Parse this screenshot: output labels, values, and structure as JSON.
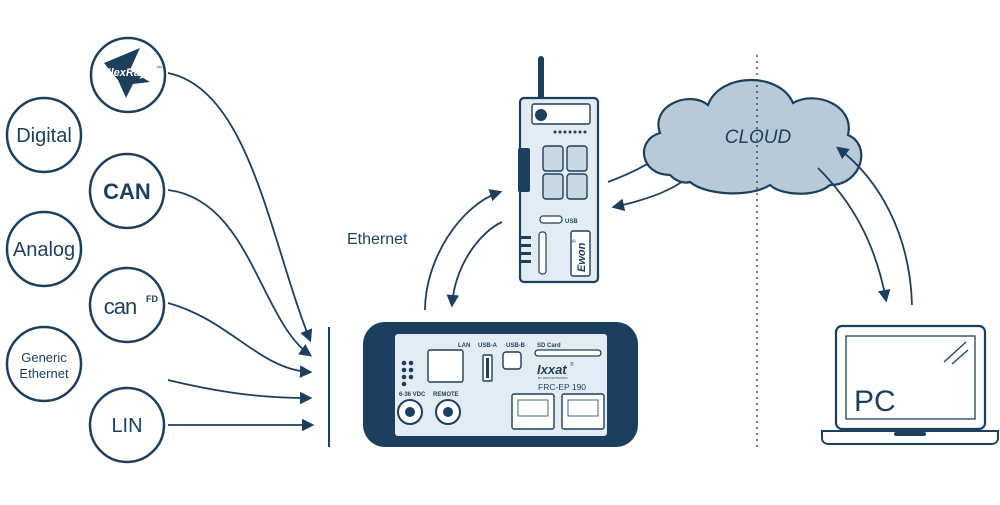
{
  "colors": {
    "navy": "#1d3f5e",
    "navy_dark": "#16314a",
    "panel": "#e3ecf2",
    "cloud_fill": "#b8cad8",
    "white": "#ffffff"
  },
  "sources": {
    "flexray": "FlexRay",
    "flexray_tm": "™",
    "digital": "Digital",
    "can": "CAN",
    "analog": "Analog",
    "canfd_can": "can",
    "canfd_fd": "FD",
    "generic_ethernet_line1": "Generic",
    "generic_ethernet_line2": "Ethernet",
    "lin": "LIN"
  },
  "labels": {
    "ethernet": "Ethernet",
    "cloud": "CLOUD",
    "pc": "PC"
  },
  "ewon": {
    "usb": "USB",
    "brand": "Ewon",
    "brand_reg": "®"
  },
  "frc": {
    "lan": "LAN",
    "usb_a": "USB-A",
    "usb_b": "USB-B",
    "sd_card": "SD Card",
    "brand": "Ixxat",
    "brand_reg": "®",
    "brand_sub": "BY HMS NETWORKS",
    "model": "FRC-EP 190",
    "power": "6-36 VDC",
    "remote": "REMOTE"
  }
}
